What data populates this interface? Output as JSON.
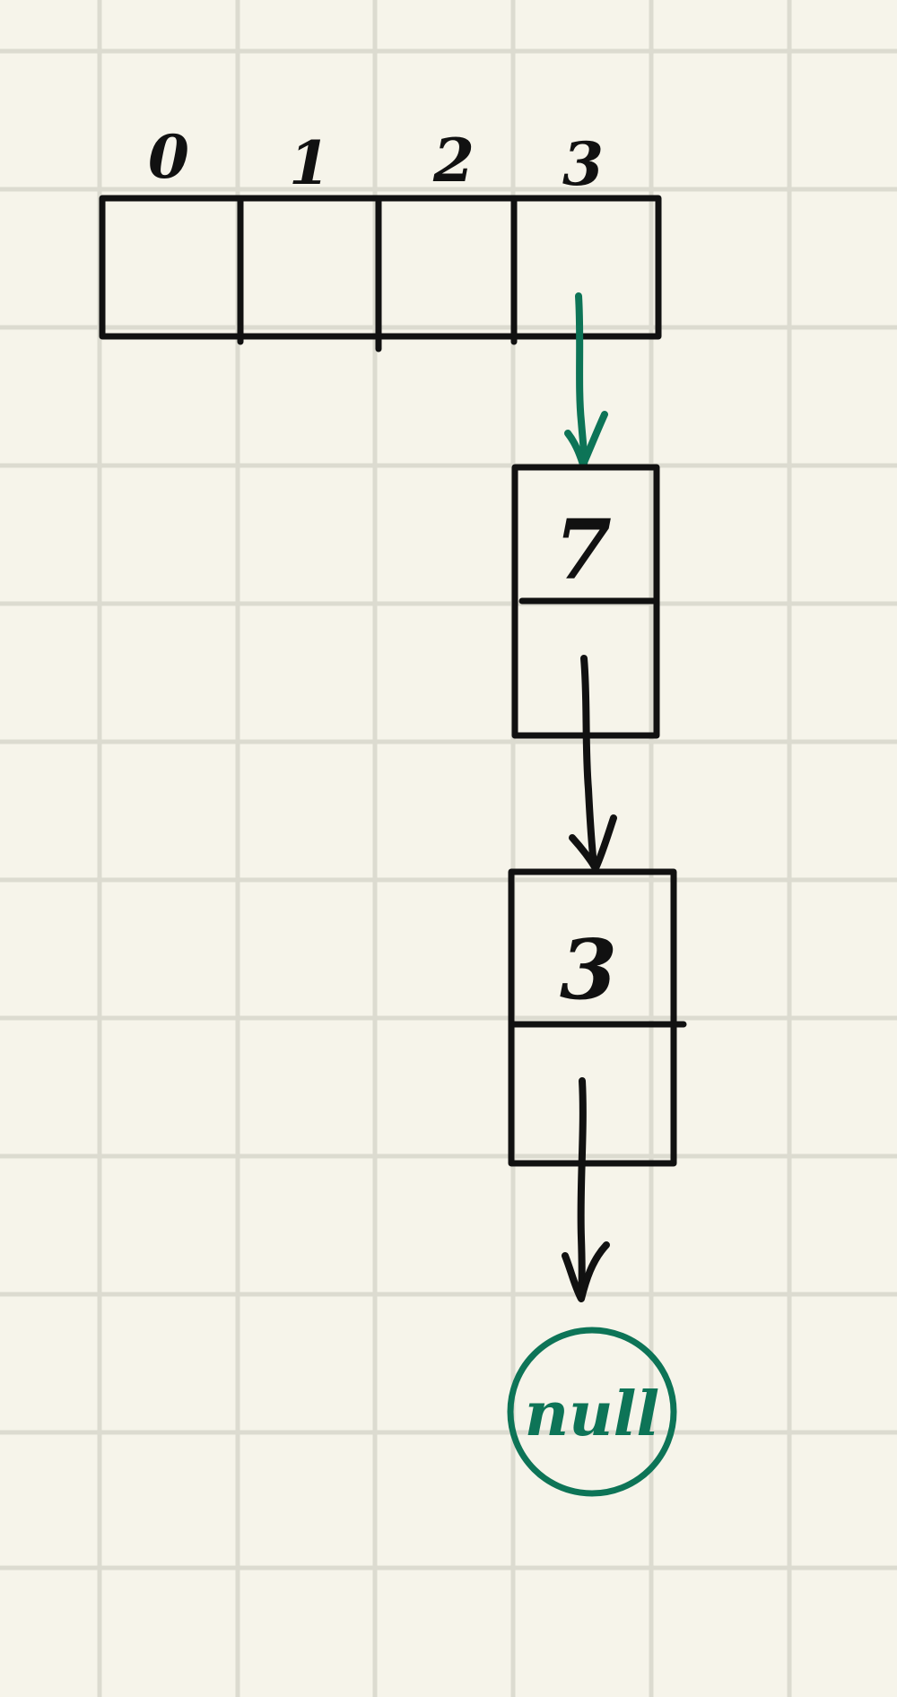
{
  "colors": {
    "paper": "#f6f4ea",
    "grid": "#dcdbd0",
    "ink": "#111111",
    "accent": "#0d7457"
  },
  "array": {
    "indices": [
      "0",
      "1",
      "2",
      "3"
    ]
  },
  "nodes": [
    {
      "value": "7"
    },
    {
      "value": "3"
    }
  ],
  "terminal": {
    "label": "null"
  }
}
